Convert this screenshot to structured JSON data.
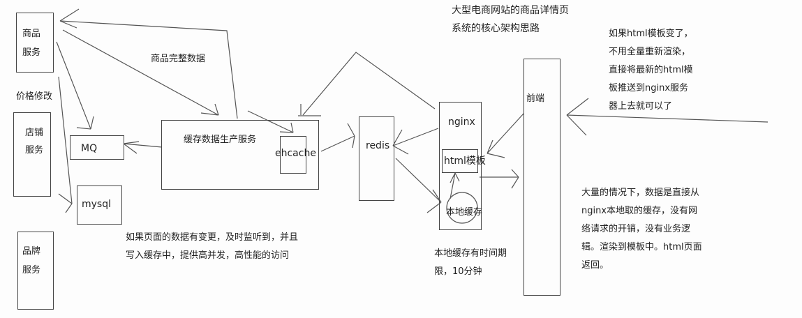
{
  "title": [
    "大型电商网站的商品详情页",
    "系统的核心架构思路"
  ],
  "services": {
    "product": [
      "商品",
      "服务"
    ],
    "shop": [
      "店铺",
      "服务"
    ],
    "brand": [
      "品牌",
      "服务"
    ]
  },
  "labels": {
    "price_change": "价格修改",
    "full_product_data": "商品完整数据",
    "mq": "MQ",
    "mysql": "mysql",
    "cache_producer": "缓存数据生产服务",
    "ehcache": "ehcache",
    "redis": "redis",
    "nginx": "nginx",
    "html_template": "html模板",
    "local_cache": "本地缓存",
    "frontend": "前端"
  },
  "notes": {
    "cache_update": [
      "如果页面的数据有变更，及时监听到，并且",
      "写入缓存中，提供高并发，高性能的访问"
    ],
    "local_cache_ttl": [
      "本地缓存有时间期",
      "限，10分钟"
    ],
    "template_change": [
      "如果html模板变了，",
      "不用全量重新渲染，",
      "直接将最新的html模",
      "板推送到nginx服务",
      "器上去就可以了"
    ],
    "high_volume": [
      "大量的情况下，数据是直接从",
      "nginx本地取的缓存，没有网",
      "络请求的开销，没有业务逻",
      "辑。渲染到模板中。html页面",
      "返回。"
    ]
  }
}
